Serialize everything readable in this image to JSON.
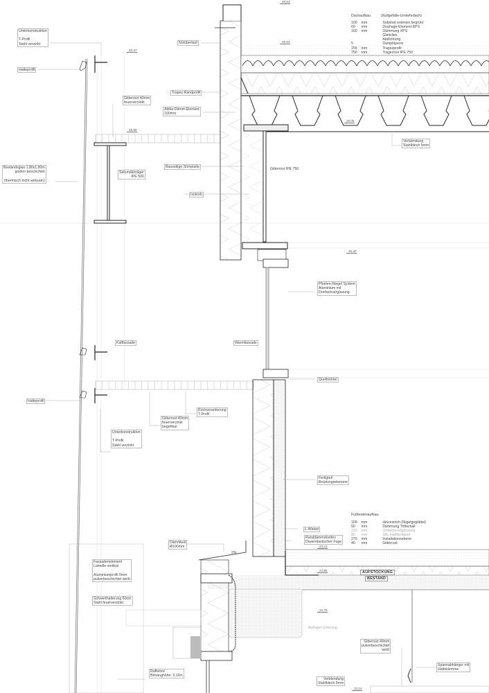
{
  "roof_build_up": {
    "title": "Dachaufbau",
    "subtitle": "(Nullgefälle-Umkehrdach)",
    "layers": [
      {
        "thickness": "100",
        "unit": "mm",
        "name": "Substrat extensiv begrünt"
      },
      {
        "thickness": "60",
        "unit": "mm",
        "name": "Drainage-Element EPS"
      },
      {
        "thickness": "160",
        "unit": "mm",
        "name": "Dämmung XPS"
      },
      {
        "thickness": "",
        "unit": "",
        "name": "Gleitvlies"
      },
      {
        "thickness": "",
        "unit": "",
        "name": "Abdichtung"
      },
      {
        "thickness": "5",
        "unit": "",
        "name": "Dampfsperre"
      },
      {
        "thickness": "155",
        "unit": "mm",
        "name": "Trapezprofil"
      },
      {
        "thickness": "750",
        "unit": "mm",
        "name": "Trägerrost IPE 750"
      }
    ]
  },
  "floor_build_up": {
    "title": "Fußbodenaufbau",
    "layers": [
      {
        "thickness": "100",
        "unit": "mm",
        "name": "Heizestrich (flügelgeglättet)",
        "muted": false
      },
      {
        "thickness": "50",
        "unit": "mm",
        "name": "Dämmung Trittschall",
        "muted": false
      },
      {
        "thickness": "150",
        "unit": "mm",
        "name": "Ortbeton-Ergänzung",
        "muted": true
      },
      {
        "thickness": "80",
        "unit": "mm",
        "name": "Stb. Halbfertigteil",
        "muted": true
      },
      {
        "thickness": "270",
        "unit": "mm",
        "name": "Installationsebene",
        "muted": false
      },
      {
        "thickness": "40",
        "unit": "mm",
        "name": "Gitterrost",
        "muted": false
      }
    ]
  },
  "labels": {
    "unterkonstruktion_top": [
      "Unterkonstruktion",
      "",
      "T-Profil",
      "Stahl verzinkt"
    ],
    "halteprofil_top": "Halteprofil",
    "notueberlauf": "Notüberlauf",
    "trapez_randprofil": "Trapez-Randprofil",
    "gitterrost_top": [
      "Gitterrost 40mm",
      "feuerverzinkt"
    ],
    "attika_daemm": [
      "Attika-Dämm-Element",
      "100mm"
    ],
    "bestandsglas": [
      "Bestandsglas 1,80x1,80m",
      "golden beschichtet",
      "",
      "(thermisch nicht wirksam)"
    ],
    "sekundaertraeger": [
      "Sekundärträger",
      "IPE 500"
    ],
    "bauseitige_stirnplatte": "Bauseitige Stirnplatte",
    "isokorb": "Isokorb",
    "gitterrost_ipe": "Gitterrost IPE 750",
    "verblendung_top": [
      "Verblendung",
      "Stahlblech 5mm"
    ],
    "pfosten_riegel": [
      "Pfosten-Riegel System",
      "Aluminium mit",
      "Dreifachverglasung"
    ],
    "kaltfassade": "Kaltfassade",
    "warmfassade": "Warmfassade",
    "quellmoertel": "Quellmörtel",
    "halteprofil_bottom": "Halteprofil",
    "rueckverankerung": [
      "Rückverankerung",
      "T-Profil"
    ],
    "gitterrost_mid": [
      "Gitterrost 40mm",
      "feuerverzinkt",
      "begehbar"
    ],
    "unterkonstruktion_bottom": [
      "Unterkonstruktion",
      "",
      "T-Profil",
      "Stahl verzinkt"
    ],
    "fertigteil": [
      "Fertigteil",
      "Brüstungselement"
    ],
    "l_winkel": "L-Winkel",
    "randdaemmstreifen": [
      "Randdämmstreifen",
      "Dauerelastischer Fuge"
    ],
    "daemmkeil": [
      "Dämmkeil",
      "Ø100mm"
    ],
    "slope": "2%",
    "fassadenelement": [
      "Fassadenelement",
      "Lamelle vertikal",
      "",
      "Aluminiumprofil 5mm",
      "pulverbeschichtet weiß"
    ],
    "schwerthalterung": [
      "Schwerthalterung 60cm",
      "Stahl feuerverzinkt"
    ],
    "raffstore": [
      "Raffstore",
      "Behanghöhe: 3,16m"
    ],
    "aufstockung": "AUFSTOCKUNG",
    "bestand": "BESTAND",
    "auflager": "Auflager Unterzug",
    "gitterrost_bottom": [
      "Gitterrost 40mm",
      "pulverbeschichtet",
      "weiß"
    ],
    "spannabhaenger": [
      "Spannabhänger mit",
      "Halteklemme"
    ],
    "verblendung_bottom": [
      "Verblendung",
      "Stahlblech 5mm"
    ]
  },
  "levels": {
    "top": "29,63",
    "roof": "29,54",
    "left_top": "29,47",
    "left_grating": "28,98",
    "beam_top": "29,05",
    "ceiling": "28,30",
    "floor_top": "23,10",
    "floor_bottom": "22,95",
    "slab_bottom": "22,75",
    "ceiling_low": "22,24"
  },
  "colors": {
    "line": "#222222",
    "hatch": "#cccccc",
    "slab": "#e6e6e6"
  }
}
